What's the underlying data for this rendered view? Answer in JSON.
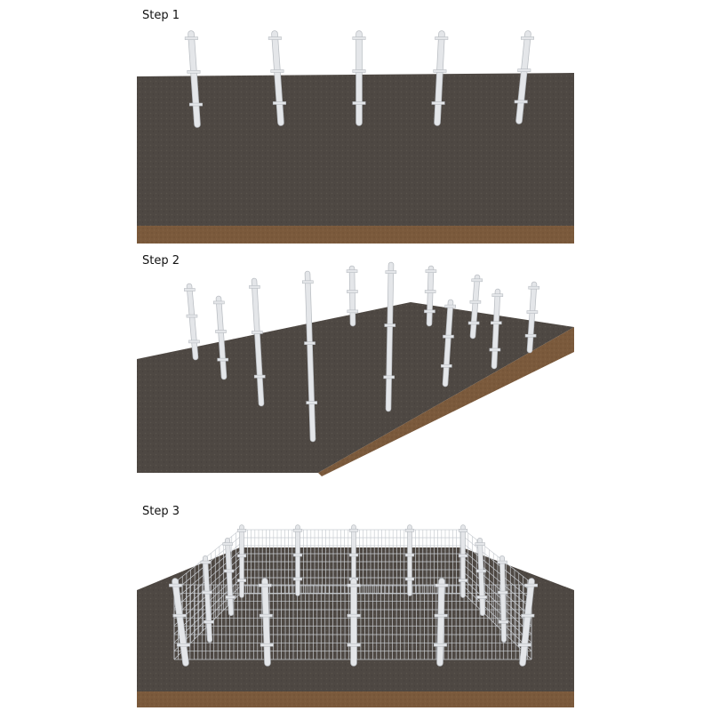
{
  "steps": [
    {
      "label": "Step 1"
    },
    {
      "label": "Step 2"
    },
    {
      "label": "Step 3"
    }
  ],
  "colors": {
    "ground_top": "#4e4843",
    "ground_dark": "#403b37",
    "soil": "#7b5a3c",
    "soil_dark": "#6a4a30",
    "post": "#e4e6e9",
    "post_shade": "#b9bdc2",
    "mesh": "#c9cdd2"
  }
}
